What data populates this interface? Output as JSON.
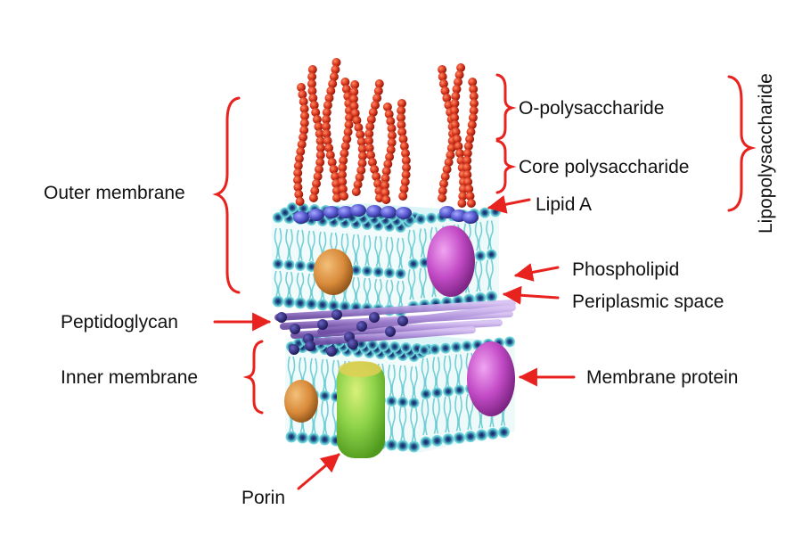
{
  "labels": {
    "o_polysaccharide": "O-polysaccharide",
    "core_polysaccharide": "Core polysaccharide",
    "lipid_a": "Lipid A",
    "lipopolysaccharide": "Lipopolysaccharide",
    "outer_membrane": "Outer membrane",
    "phospholipid": "Phospholipid",
    "periplasmic_space": "Periplasmic space",
    "peptidoglycan": "Peptidoglycan",
    "inner_membrane": "Inner membrane",
    "membrane_protein": "Membrane protein",
    "porin": "Porin"
  },
  "colors": {
    "annotation_red": "#e8231f",
    "lipid_head": "#5ec8cf",
    "lipid_head_center": "#1d2d6e",
    "o_chain": "#d9361c",
    "lipid_a_head": "#5a5bd0",
    "peptidoglycan_strand": "#a889d6",
    "peptidoglycan_bead": "#2e2a7a",
    "porin": "#8fd44a",
    "membrane_protein": "#c34bc6",
    "orange_protein": "#d98a3a"
  }
}
